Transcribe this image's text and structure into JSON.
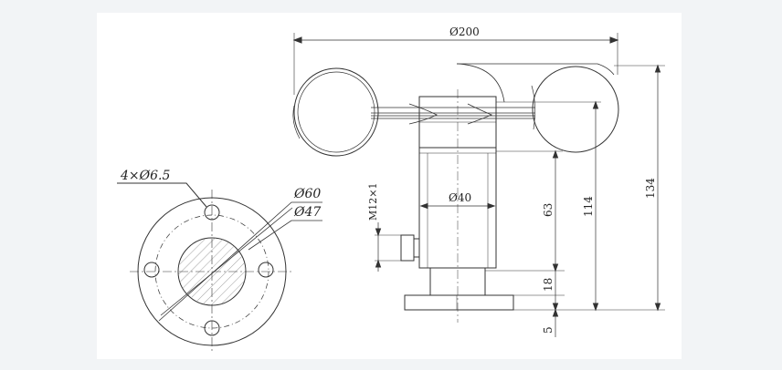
{
  "drawing": {
    "flange_view": {
      "hole_callout": "4×Ø6.5",
      "outer_diameter": "Ø60",
      "inner_diameter": "Ø47"
    },
    "side_view": {
      "cup_span": "Ø200",
      "body_diameter": "Ø40",
      "connector_thread": "M12×1",
      "height_body": "63",
      "height_to_arms": "114",
      "height_total": "134",
      "flange_height": "18",
      "base_thickness": "5"
    }
  },
  "colors": {
    "line": "#333333",
    "hatch": "#888888",
    "background": "#ffffff",
    "page": "#f2f4f6"
  }
}
